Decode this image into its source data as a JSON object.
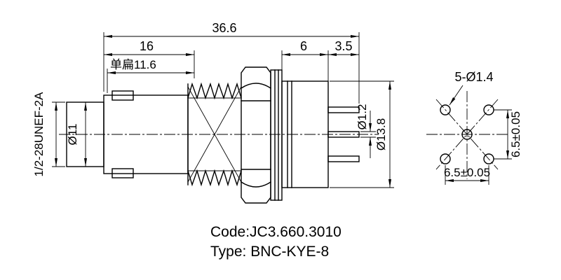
{
  "drawing": {
    "side_view": {
      "dim_overall_length": "36.6",
      "dim_front_length": "16",
      "dim_flat_width": "单扁11.6",
      "dim_body_length": "6",
      "dim_pin_length": "3.5",
      "thread_spec": "1/2-28UNEF-2A",
      "dia_front": "Ø11",
      "dia_pin": "Ø1.2",
      "dia_body": "Ø13.8"
    },
    "end_view": {
      "holes_callout": "5-Ø1.4",
      "spacing_vertical": "6.5±0.05",
      "spacing_horizontal": "6.5±0.05"
    },
    "footer": {
      "code": "Code:JC3.660.3010",
      "type": "Type: BNC-KYE-8"
    },
    "colors": {
      "line": "#000000",
      "background": "#ffffff"
    }
  }
}
